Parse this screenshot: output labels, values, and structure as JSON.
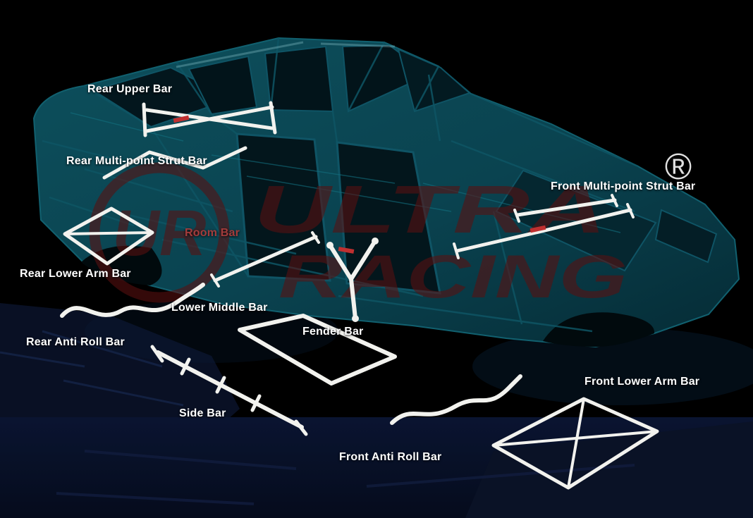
{
  "watermark": {
    "line1": "ULTRA",
    "line2": "RACING",
    "logo_text": "UR"
  },
  "trademark_symbol": "®",
  "colors": {
    "background": "#000000",
    "label_text": "#ffffff",
    "room_bar_label": "#a33c3c",
    "watermark": "#5a1010",
    "car_shell": "#0a4350",
    "bars": "#f2f2ee",
    "lower_chassis": "#0a1126"
  },
  "labels": [
    {
      "id": "rear-upper-bar",
      "text": "Rear Upper Bar"
    },
    {
      "id": "rear-multi-point-strut-bar",
      "text": "Rear Multi-point Strut Bar"
    },
    {
      "id": "front-multi-point-strut-bar",
      "text": "Front Multi-point Strut Bar"
    },
    {
      "id": "room-bar",
      "text": "Room Bar"
    },
    {
      "id": "rear-lower-arm-bar",
      "text": "Rear Lower Arm Bar"
    },
    {
      "id": "lower-middle-bar",
      "text": "Lower Middle Bar"
    },
    {
      "id": "fender-bar",
      "text": "Fender Bar"
    },
    {
      "id": "rear-anti-roll-bar",
      "text": "Rear Anti Roll Bar"
    },
    {
      "id": "front-lower-arm-bar",
      "text": "Front Lower Arm Bar"
    },
    {
      "id": "side-bar",
      "text": "Side Bar"
    },
    {
      "id": "front-anti-roll-bar",
      "text": "Front Anti Roll Bar"
    }
  ]
}
